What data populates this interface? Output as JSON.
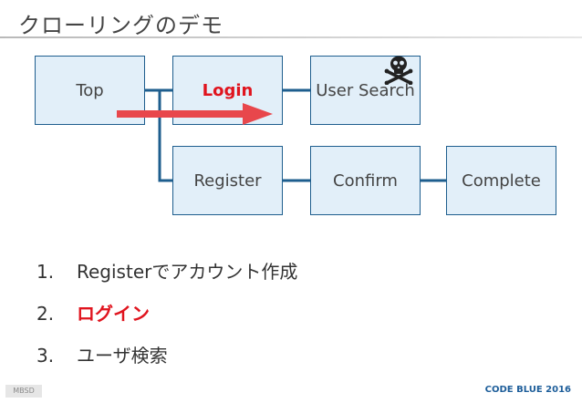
{
  "slide": {
    "title": "クローリングのデモ"
  },
  "diagram": {
    "nodes": {
      "top": "Top",
      "login": "Login",
      "user_search": "User Search",
      "register": "Register",
      "confirm": "Confirm",
      "complete": "Complete"
    },
    "colors": {
      "box_fill": "#e2eff9",
      "box_border": "#1e5e8e",
      "connector": "#1e5e8e",
      "highlight_text": "#e0141e",
      "arrow": "#e8474c"
    },
    "icons": [
      "skull-crossbones-icon",
      "red-arrow"
    ]
  },
  "steps": [
    {
      "num": "1.",
      "text": "Registerでアカウント作成",
      "highlight": false
    },
    {
      "num": "2.",
      "text": "ログイン",
      "highlight": true
    },
    {
      "num": "3.",
      "text": "ユーザ検索",
      "highlight": false
    }
  ],
  "footer": {
    "left_logo": "MBSD",
    "right_brand": "CODE BLUE 2016"
  }
}
